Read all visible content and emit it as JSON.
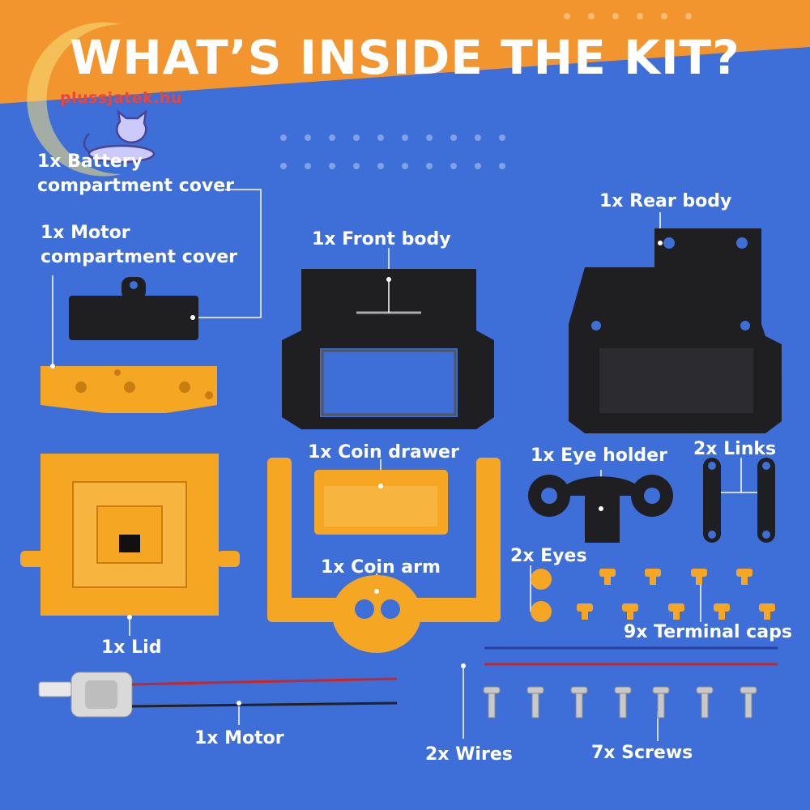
{
  "title": "WHAT’S INSIDE THE KIT?",
  "watermark": {
    "text": "plussjatek.hu"
  },
  "colors": {
    "background": "#3e6ed8",
    "banner": "#f3952e",
    "parts_orange": "#f5a623",
    "parts_black": "#1f1f22",
    "label_text": "#ffffff",
    "watermark": "#e8453c"
  },
  "labels": {
    "battery_cover_line1": "1x Battery",
    "battery_cover_line2": "compartment cover",
    "motor_cover_line1": "1x Motor",
    "motor_cover_line2": "compartment cover",
    "front_body": "1x Front body",
    "rear_body": "1x Rear body",
    "coin_drawer": "1x Coin drawer",
    "eye_holder": "1x Eye holder",
    "links": "2x Links",
    "eyes": "2x Eyes",
    "coin_arm": "1x Coin arm",
    "terminal_caps": "9x Terminal caps",
    "lid": "1x Lid",
    "motor": "1x Motor",
    "wires": "2x Wires",
    "screws": "7x Screws"
  }
}
